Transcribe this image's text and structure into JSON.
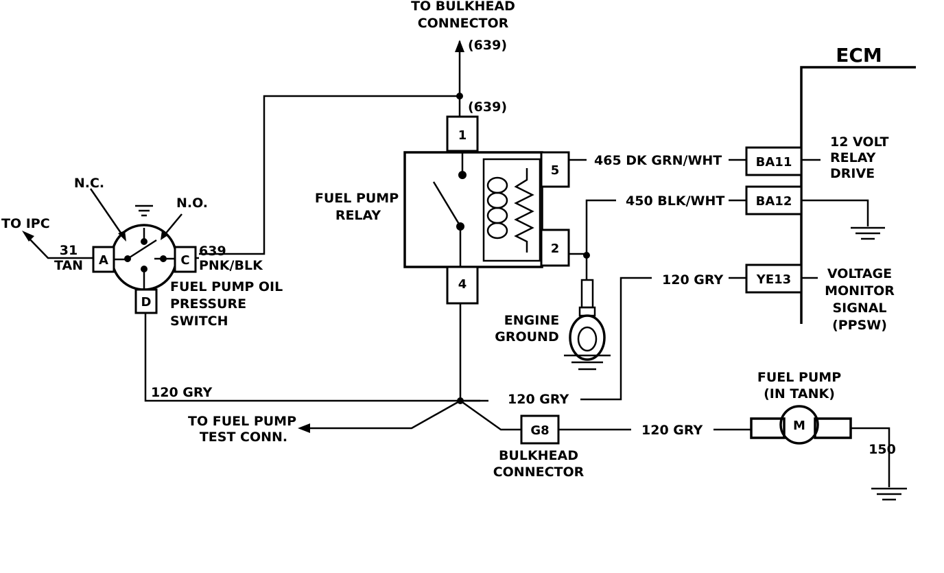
{
  "bulkhead_top": {
    "line1": "TO BULKHEAD",
    "line2": "CONNECTOR",
    "circuit_upper": "(639)",
    "circuit_lower": "(639)"
  },
  "ecm": {
    "title": "ECM",
    "pins": {
      "ba11": "BA11",
      "ba12": "BA12",
      "ye13": "YE13"
    },
    "labels": {
      "relay_drive": [
        "12 VOLT",
        "RELAY",
        "DRIVE"
      ],
      "voltage_monitor": [
        "VOLTAGE",
        "MONITOR",
        "SIGNAL",
        "(PPSW)"
      ]
    }
  },
  "wires": {
    "w465": "465 DK GRN/WHT",
    "w450": "450 BLK/WHT",
    "w120_ecm": "120 GRY",
    "w120_left": "120 GRY",
    "w120_mid": "120 GRY",
    "w120_pump": "120 GRY",
    "w31_num": "31",
    "w31_color": "TAN",
    "w639_num": "639",
    "w639_color": "PNK/BLK",
    "w150": "150"
  },
  "relay": {
    "label": [
      "FUEL PUMP",
      "RELAY"
    ],
    "pins": {
      "p1": "1",
      "p2": "2",
      "p4": "4",
      "p5": "5"
    }
  },
  "oil_switch": {
    "label": [
      "FUEL PUMP OIL",
      "PRESSURE",
      "SWITCH"
    ],
    "nc": "N.C.",
    "no": "N.O.",
    "to_ipc": "TO IPC",
    "pins": {
      "a": "A",
      "c": "C",
      "d": "D"
    }
  },
  "engine_ground": [
    "ENGINE",
    "GROUND"
  ],
  "test_conn": [
    "TO FUEL PUMP",
    "TEST CONN."
  ],
  "bulkhead_conn": {
    "pin": "G8",
    "label": [
      "BULKHEAD",
      "CONNECTOR"
    ]
  },
  "fuel_pump": {
    "label": [
      "FUEL PUMP",
      "(IN TANK)"
    ],
    "motor": "M"
  }
}
